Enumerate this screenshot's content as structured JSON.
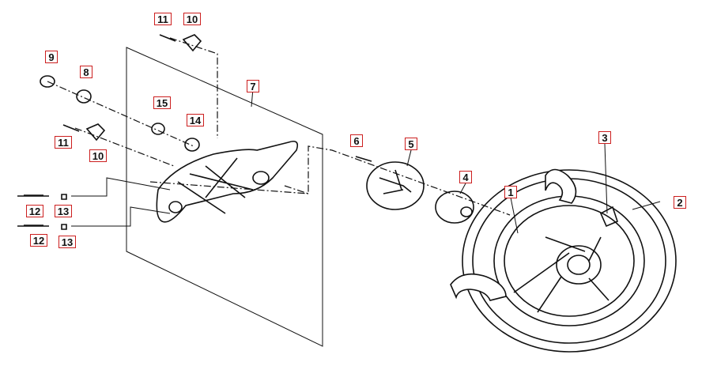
{
  "callouts": [
    {
      "id": "c1",
      "label": "1"
    },
    {
      "id": "c2",
      "label": "2"
    },
    {
      "id": "c3",
      "label": "3"
    },
    {
      "id": "c4",
      "label": "4"
    },
    {
      "id": "c5",
      "label": "5"
    },
    {
      "id": "c6",
      "label": "6"
    },
    {
      "id": "c7",
      "label": "7"
    },
    {
      "id": "c8",
      "label": "8"
    },
    {
      "id": "c9",
      "label": "9"
    },
    {
      "id": "c10a",
      "label": "10"
    },
    {
      "id": "c10b",
      "label": "10"
    },
    {
      "id": "c11a",
      "label": "11"
    },
    {
      "id": "c11b",
      "label": "11"
    },
    {
      "id": "c12a",
      "label": "12"
    },
    {
      "id": "c12b",
      "label": "12"
    },
    {
      "id": "c13a",
      "label": "13"
    },
    {
      "id": "c13b",
      "label": "13"
    },
    {
      "id": "c14",
      "label": "14"
    },
    {
      "id": "c15",
      "label": "15"
    }
  ],
  "colors": {
    "callout_border": "#cc1f1f",
    "line": "#111111",
    "background": "#ffffff"
  }
}
